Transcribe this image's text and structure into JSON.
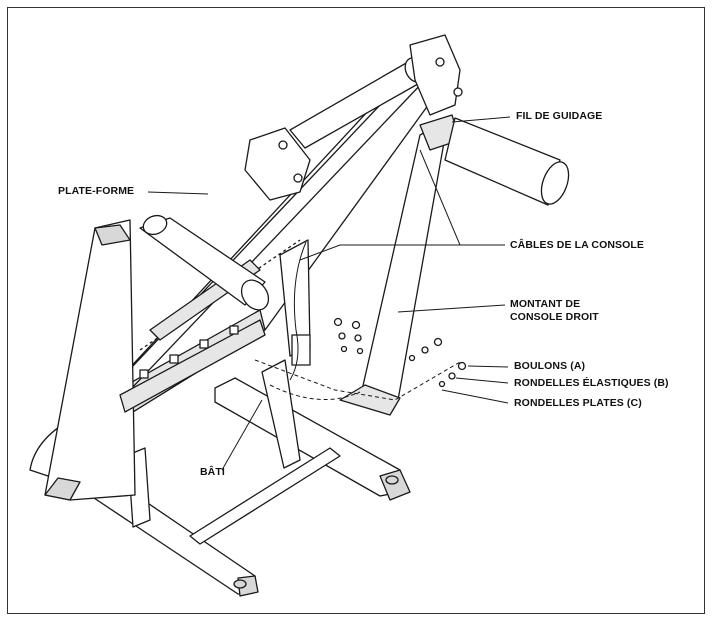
{
  "labels": {
    "guide_wire": "FIL DE GUIDAGE",
    "platform": "PLATE-FORME",
    "console_cables": "CÂBLES DE LA CONSOLE",
    "right_upright_line1": "MONTANT DE",
    "right_upright_line2": "CONSOLE DROIT",
    "bolts": "BOULONS (A)",
    "spring_washers": "RONDELLES ÉLASTIQUES (B)",
    "flat_washers": "RONDELLES PLATES (C)",
    "frame": "BÂTI"
  },
  "colors": {
    "line": "#1a1a1a",
    "fill": "#ffffff",
    "shade": "#d8d8d8"
  }
}
